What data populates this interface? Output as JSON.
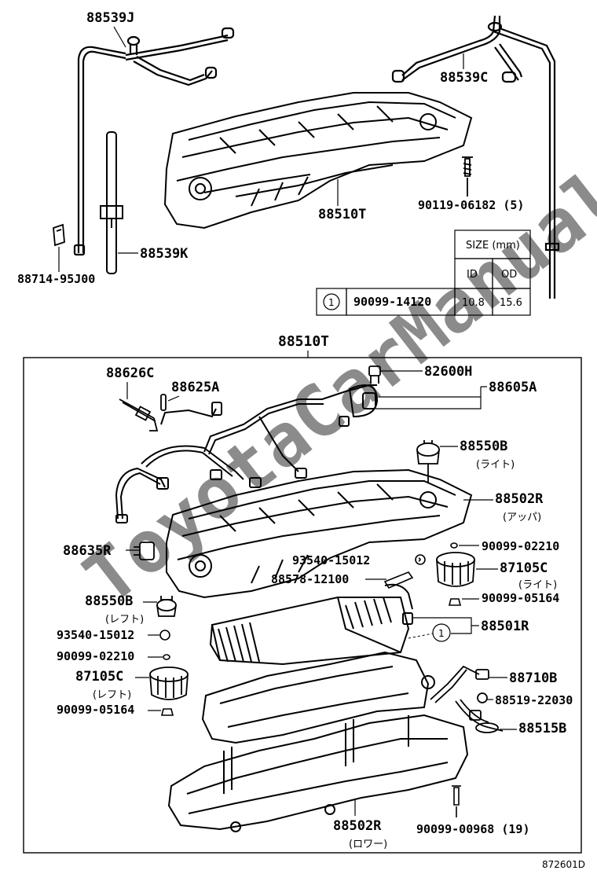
{
  "watermark": "ToyotaCarManual.ru",
  "figure_code": "872601D",
  "upper_parts": {
    "hose_j": "88539J",
    "hose_c": "88539C",
    "hose_k": "88539K",
    "clip": "88714-95J00",
    "unit": "88510T",
    "screw": "90119-06182 (5)"
  },
  "size_table": {
    "header": "SIZE (mm)",
    "col_id": "ID",
    "col_od": "OD",
    "row_no": "1",
    "row_part": "90099-14120",
    "row_id": "10.8",
    "row_od": "15.6"
  },
  "assembly": {
    "title": "88510T",
    "parts": {
      "p88626c": "88626C",
      "p88625a": "88625A",
      "p82600h": "82600H",
      "p88605a": "88605A",
      "p88550b_r": "88550B",
      "p88550b_r_note": "(ライト)",
      "p88502r_u": "88502R",
      "p88502r_u_note": "(アッパ)",
      "p88635r": "88635R",
      "p90099_02210_r": "90099-02210",
      "p93540_15012_r": "93540-15012",
      "p87105c_r": "87105C",
      "p87105c_r_note": "(ライト)",
      "p88578": "88578-12100",
      "p90099_05164_r": "90099-05164",
      "p88550b_l": "88550B",
      "p88550b_l_note": "(レフト)",
      "p88501r": "88501R",
      "p93540_15012_l": "93540-15012",
      "p90099_02210_l": "90099-02210",
      "p87105c_l": "87105C",
      "p87105c_l_note": "(レフト)",
      "p90099_05164_l": "90099-05164",
      "p88710b": "88710B",
      "p88519": "88519-22030",
      "p88515b": "88515B",
      "p88502r_l": "88502R",
      "p88502r_l_note": "(ロワー)",
      "p90099_00968": "90099-00968 (19)"
    }
  }
}
